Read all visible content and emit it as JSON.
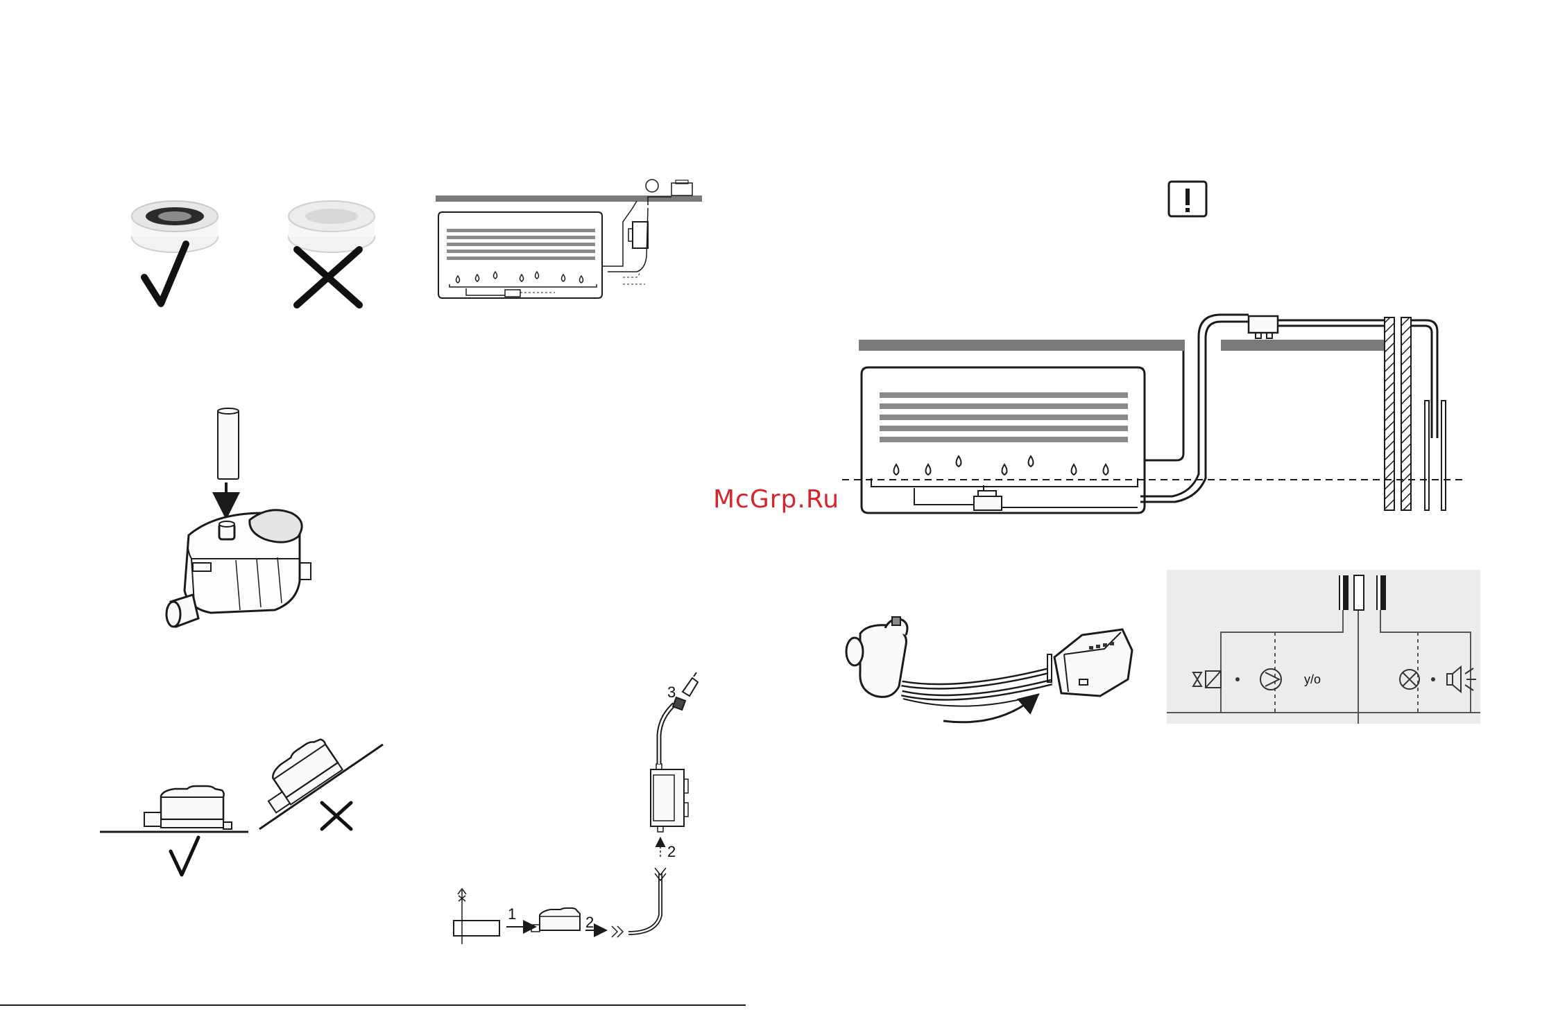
{
  "watermark": "McGrp.Ru",
  "labels": {
    "step_1": "1",
    "step_2a": "2",
    "step_2b": "2",
    "step_3": "3",
    "wiring_or": "y/o"
  },
  "colors": {
    "line": "#1a1a1a",
    "mid_gray": "#8a8a8a",
    "shelf_gray": "#7a7a7a",
    "panel_bg": "#ececec",
    "watermark": "#d8232a"
  }
}
